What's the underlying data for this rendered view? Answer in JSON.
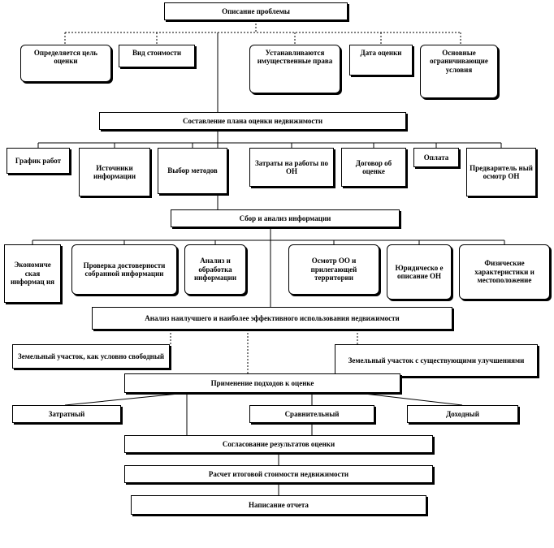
{
  "diagram": {
    "problem": "Описание проблемы",
    "group1": [
      "Определяется цель оценки",
      "Вид стоимости",
      "Устанавливаются имущественные права",
      "Дата оценки",
      "Основные ограничивающие условия"
    ],
    "plan": "Составление плана оценки недвижимости",
    "group2": [
      "График работ",
      "Источники информации",
      "Выбор методов",
      "Затраты на работы по ОН",
      "Договор об оценке",
      "Оплата",
      "Предваритель ный осмотр ОН"
    ],
    "collect": "Сбор и анализ информации",
    "group3": [
      "Экономиче ская информац ия",
      "Проверка достоверности собранной информации",
      "Анализ и обработка информации",
      "Осмотр ОО и прилегающей территории",
      "Юридическо е описание ОН",
      "Физические характеристики и местоположение"
    ],
    "best_use": "Анализ наилучшего и наиболее эффективного использования недвижимости",
    "land_vacant": "Земельный участок, как условно свободный",
    "land_improved": "Земельный участок с существующими улучшениями",
    "approaches": "Применение подходов к оценке",
    "approach_list": [
      "Затратный",
      "Сравнительный",
      "Доходный"
    ],
    "reconcile": "Согласование результатов оценки",
    "final_value": "Расчет итоговой стоимости недвижимости",
    "report": "Написание отчета"
  }
}
